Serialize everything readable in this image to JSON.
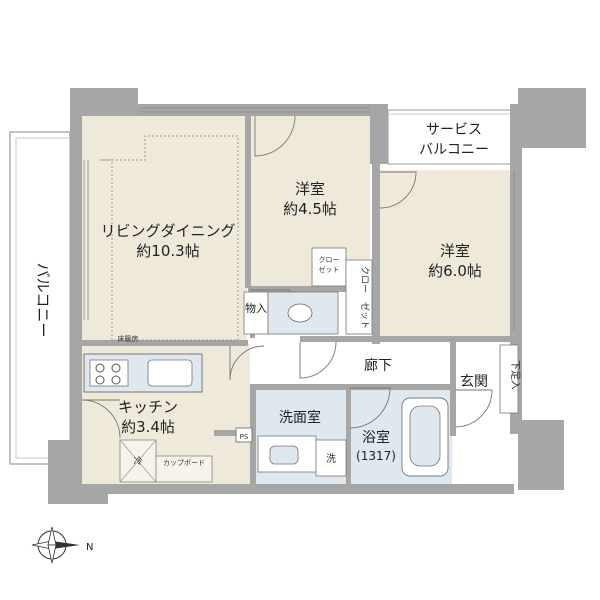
{
  "floor_plan": {
    "rooms": {
      "living": {
        "name": "リビングダイニング",
        "size": "約10.3帖",
        "note": "床暖房"
      },
      "western1": {
        "name": "洋室",
        "size": "約4.5帖"
      },
      "western2": {
        "name": "洋室",
        "size": "約6.0帖"
      },
      "kitchen": {
        "name": "キッチン",
        "size": "約3.4帖"
      },
      "washroom": {
        "name": "洗面室"
      },
      "bath": {
        "name": "浴室",
        "size": "(1317)"
      },
      "corridor": {
        "name": "廊下"
      },
      "entrance": {
        "name": "玄関"
      },
      "service_balcony_1": "サービス",
      "service_balcony_2": "バルコニー",
      "balcony": "バルコニー"
    },
    "labels": {
      "closet_small_1": "クロー",
      "closet_small_2": "ゼット",
      "closet_large_1": "クロー",
      "closet_large_2": "ゼット",
      "storage": "物入",
      "shoe_storage": "下足入",
      "ps": "PS",
      "fridge": "冷",
      "cupboard": "カップボード",
      "washer": "洗"
    },
    "compass": {
      "north_letter": "N"
    },
    "colors": {
      "wall": "#a6a6a6",
      "room_beige": "#eee9d9",
      "water_blue": "#dfe7ef",
      "floor_white": "#ffffff",
      "line": "#777777"
    }
  }
}
